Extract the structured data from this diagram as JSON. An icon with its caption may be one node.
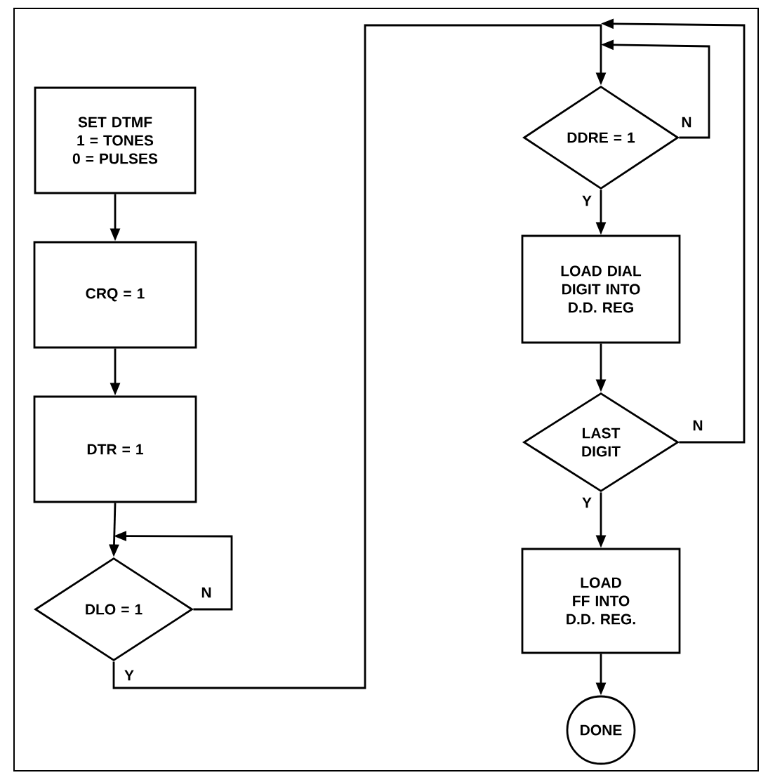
{
  "diagram": {
    "nodes": [
      {
        "text": [
          "SET DTMF",
          "1 = TONES",
          "0 = PULSES"
        ]
      },
      {
        "text": [
          "CRQ = 1"
        ]
      },
      {
        "text": [
          "DTR = 1"
        ]
      },
      {
        "text": [
          "DLO = 1"
        ]
      },
      {
        "text": [
          "DDRE = 1"
        ]
      },
      {
        "text": [
          "LOAD DIAL DIGIT INTO D.D. REG"
        ]
      },
      {
        "text": [
          "LAST DIGIT"
        ]
      },
      {
        "text": [
          "LOAD FF INTO D.D. REG."
        ]
      },
      {
        "text": [
          "DONE"
        ]
      }
    ],
    "edges": [
      {
        "from": 0,
        "to": 1,
        "arrow": "to"
      },
      {
        "from": 1,
        "to": 2,
        "arrow": "to"
      },
      {
        "from": 2,
        "to": 3,
        "arrow": "to"
      },
      {
        "from": 3,
        "to": 3,
        "arrow": "to",
        "label": "N"
      },
      {
        "from": 3,
        "to": 4,
        "arrow": "to",
        "label": "Y"
      },
      {
        "from": 4,
        "to": 4,
        "arrow": "to",
        "label": "N"
      },
      {
        "from": 4,
        "to": 5,
        "arrow": "to",
        "label": "Y"
      },
      {
        "from": 5,
        "to": 6,
        "arrow": "to"
      },
      {
        "from": 6,
        "to": 4,
        "arrow": "to",
        "label": "N"
      },
      {
        "from": 6,
        "to": 7,
        "arrow": "to",
        "label": "Y"
      },
      {
        "from": 7,
        "to": 8,
        "arrow": "to"
      }
    ]
  }
}
